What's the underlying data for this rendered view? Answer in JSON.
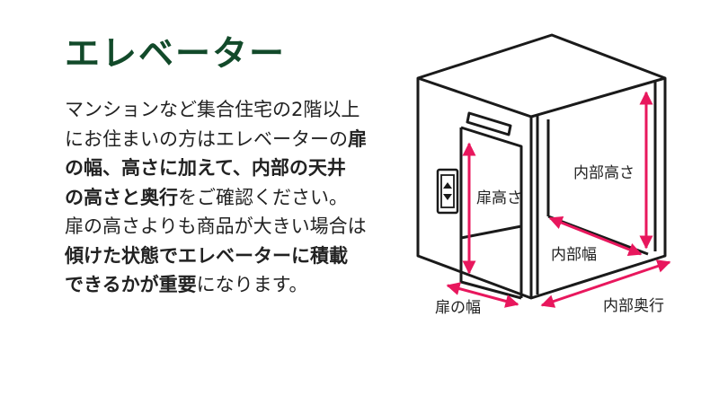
{
  "title": "エレベーター",
  "description": {
    "line1": "マンションなど集合住宅の2階以上",
    "line2_a": "にお住まいの方はエレベーターの",
    "line2_b": "扉",
    "line3": "の幅、高さに加えて、内部の天井",
    "line4_a": "の高さと奥行",
    "line4_b": "をご確認ください。",
    "line5": "扉の高さよりも商品が大きい場合は",
    "line6": "傾けた状態でエレベーターに積載",
    "line7_a": "できるかが重要",
    "line7_b": "になります。"
  },
  "diagram": {
    "labels": {
      "door_height": "扉高さ",
      "door_width": "扉の幅",
      "interior_height": "内部高さ",
      "interior_width": "内部幅",
      "interior_depth": "内部奥行"
    },
    "colors": {
      "title": "#124a2a",
      "line": "#1a1a1a",
      "arrow": "#e8175d",
      "text": "#222222"
    },
    "icons": [
      "elevator-up-down-icon"
    ]
  }
}
